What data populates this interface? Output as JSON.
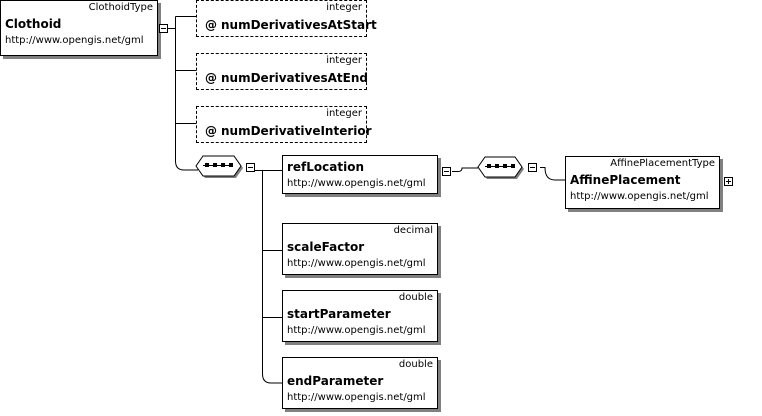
{
  "root": {
    "type": "ClothoidType",
    "name": "Clothoid",
    "namespace": "http://www.opengis.net/gml"
  },
  "attributes": [
    {
      "type": "integer",
      "name": "numDerivativesAtStart"
    },
    {
      "type": "integer",
      "name": "numDerivativesAtEnd"
    },
    {
      "type": "integer",
      "name": "numDerivativeInterior"
    }
  ],
  "at_symbol": "@",
  "elements": [
    {
      "type": "",
      "name": "refLocation",
      "namespace": "http://www.opengis.net/gml"
    },
    {
      "type": "decimal",
      "name": "scaleFactor",
      "namespace": "http://www.opengis.net/gml"
    },
    {
      "type": "double",
      "name": "startParameter",
      "namespace": "http://www.opengis.net/gml"
    },
    {
      "type": "double",
      "name": "endParameter",
      "namespace": "http://www.opengis.net/gml"
    }
  ],
  "affine": {
    "type": "AffinePlacementType",
    "name": "AffinePlacement",
    "namespace": "http://www.opengis.net/gml"
  }
}
